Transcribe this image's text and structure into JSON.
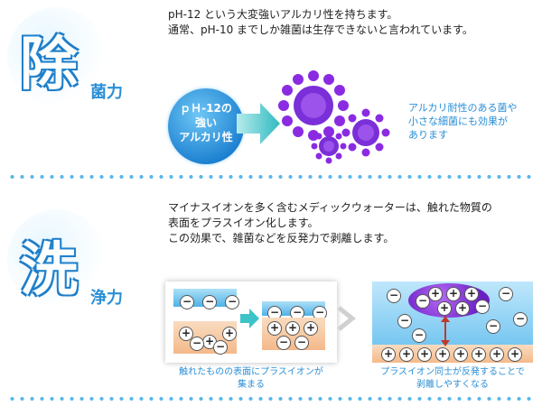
{
  "section1": {
    "big_char": "除",
    "sub_word": "菌力",
    "text_lines": [
      "pH-12 という大変強いアルカリ性を持ちます。",
      "通常、pH-10 までしか雑菌は生存できないと言われています。"
    ],
    "ph_circle_lines": [
      "ｐＨ-12の",
      "強い",
      "アルカリ性"
    ],
    "side_note_lines": [
      "アルカリ耐性のある菌や",
      "小さな細菌にも効果が",
      "あります"
    ]
  },
  "section2": {
    "big_char": "洗",
    "sub_word": "浄力",
    "text_lines": [
      "マイナスイオンを多く含むメディックウォーターは、触れた物質の",
      "表面をプラスイオン化します。",
      "この効果で、雑菌などを反発力で剥離します。"
    ],
    "caption_left_lines": [
      "触れたものの表面にプラスイオンが",
      "集まる"
    ],
    "caption_right_lines": [
      "プラスイオン同士が反発することで",
      "剥離しやすくなる"
    ]
  },
  "signs": {
    "minus": "−",
    "plus": "+"
  },
  "colors": {
    "accent": "#2a8fd6",
    "arrow": "#3cc3c8",
    "bacteria": "#8a2be2",
    "peach": "#f7c99b",
    "water": "#7ec9ef"
  }
}
